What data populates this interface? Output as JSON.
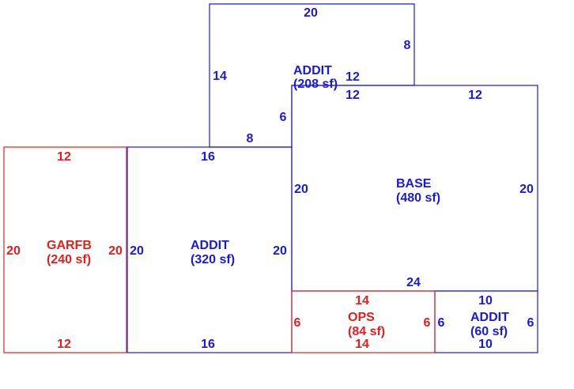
{
  "colors": {
    "blue": "#1a1adc",
    "red": "#e02020"
  },
  "areas": [
    {
      "id": "addit-top",
      "label": "ADDIT",
      "area": "(208 sf)",
      "color": "blue",
      "dims": [
        "20",
        "8",
        "14",
        "12",
        "6",
        "8"
      ]
    },
    {
      "id": "base",
      "label": "BASE",
      "area": "(480 sf)",
      "color": "blue",
      "dims": [
        "12",
        "12",
        "20",
        "20",
        "24"
      ]
    },
    {
      "id": "garfb",
      "label": "GARFB",
      "area": "(240 sf)",
      "color": "red",
      "dims": [
        "12",
        "20",
        "20",
        "12"
      ]
    },
    {
      "id": "addit-mid",
      "label": "ADDIT",
      "area": "(320 sf)",
      "color": "blue",
      "dims": [
        "16",
        "20",
        "20",
        "16"
      ]
    },
    {
      "id": "ops",
      "label": "OPS",
      "area": "(84 sf)",
      "color": "red",
      "dims": [
        "14",
        "6",
        "6",
        "14"
      ]
    },
    {
      "id": "addit-small",
      "label": "ADDIT",
      "area": "(60 sf)",
      "color": "blue",
      "dims": [
        "10",
        "6",
        "6",
        "10"
      ]
    }
  ]
}
